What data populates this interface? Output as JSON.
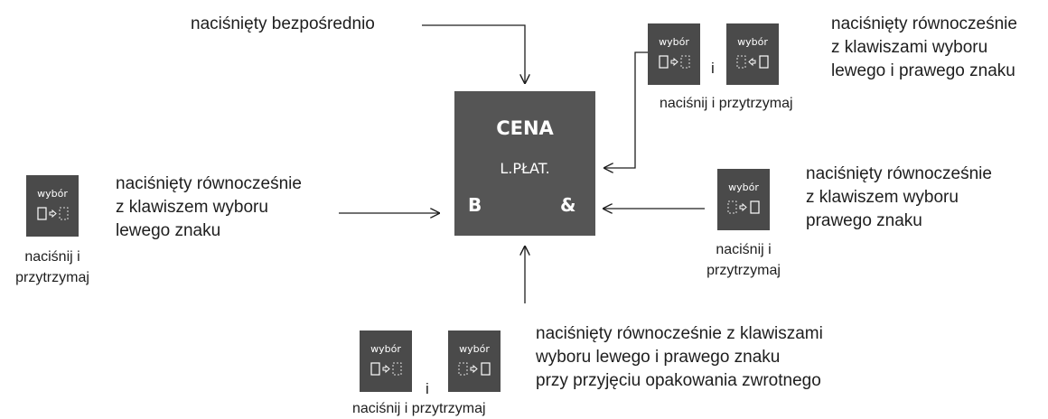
{
  "main_key": {
    "line1": "CENA",
    "line2": "L.PŁAT.",
    "left_char": "B",
    "right_char": "&"
  },
  "key_label": "wybór",
  "and_sep": "i",
  "top": {
    "text": "naciśnięty bezpośrednio"
  },
  "top_right": {
    "lines": [
      "naciśnięty równocześnie",
      "z klawiszami wyboru",
      "lewego i prawego znaku"
    ],
    "caption": "naciśnij i przytrzymaj"
  },
  "left": {
    "lines": [
      "naciśnięty równocześnie",
      "z klawiszem wyboru",
      "lewego znaku"
    ],
    "caption_lines": [
      "naciśnij i",
      "przytrzymaj"
    ]
  },
  "right": {
    "lines": [
      "naciśnięty równocześnie",
      "z klawiszem wyboru",
      "prawego znaku"
    ],
    "caption_lines": [
      "naciśnij i",
      "przytrzymaj"
    ]
  },
  "bottom": {
    "lines": [
      "naciśnięty równocześnie z klawiszami",
      "wyboru lewego i prawego znaku",
      "przy przyjęciu opakowania zwrotnego"
    ],
    "caption": "naciśnij i przytrzymaj"
  },
  "colors": {
    "key_bg": "#4a4a4a",
    "main_key_bg": "#555555",
    "text": "#1e1e1e",
    "arrow": "#1e1e1e"
  },
  "icons": [
    "select-left-key-icon",
    "select-right-key-icon",
    "arrow-left-icon",
    "arrow-right-icon"
  ]
}
